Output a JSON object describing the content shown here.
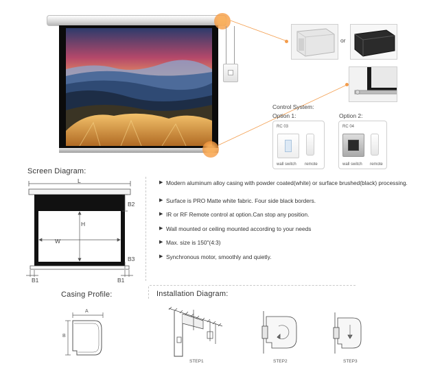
{
  "control_system": {
    "title": "Control System:",
    "option1": {
      "label": "Option 1:",
      "model": "RC 03",
      "wall_switch": "wall switch",
      "remote": "remote"
    },
    "option2": {
      "label": "Option 2:",
      "model": "RC 04",
      "wall_switch": "wall switch",
      "remote": "remote"
    }
  },
  "or_text": "or",
  "screen_diagram": {
    "title": "Screen Diagram:",
    "labels": {
      "L": "L",
      "B2": "B2",
      "H": "H",
      "W": "W",
      "B3": "B3",
      "B1_left": "B1",
      "B1_right": "B1"
    }
  },
  "features": [
    "Modern aluminum alloy casing with powder coated(white) or surface brushed(black) processing.",
    "Surface is PRO Matte white fabric. Four side black borders.",
    "IR or RF Remote control at option.Can stop any position.",
    "Wall mounted or ceiling mounted according to your needs",
    "Max. size is 150\"(4:3)",
    "Synchronous motor, smoothly and quietly."
  ],
  "bullet_glyph": "▶",
  "casing_profile": {
    "title": "Casing Profile:",
    "A": "A",
    "B": "B"
  },
  "installation": {
    "title": "Installation Diagram:",
    "steps": [
      "STEP1",
      "STEP2",
      "STEP3"
    ]
  },
  "colors": {
    "accent": "#f39c4b",
    "frame": "#0b0b0b",
    "text": "#333333"
  }
}
